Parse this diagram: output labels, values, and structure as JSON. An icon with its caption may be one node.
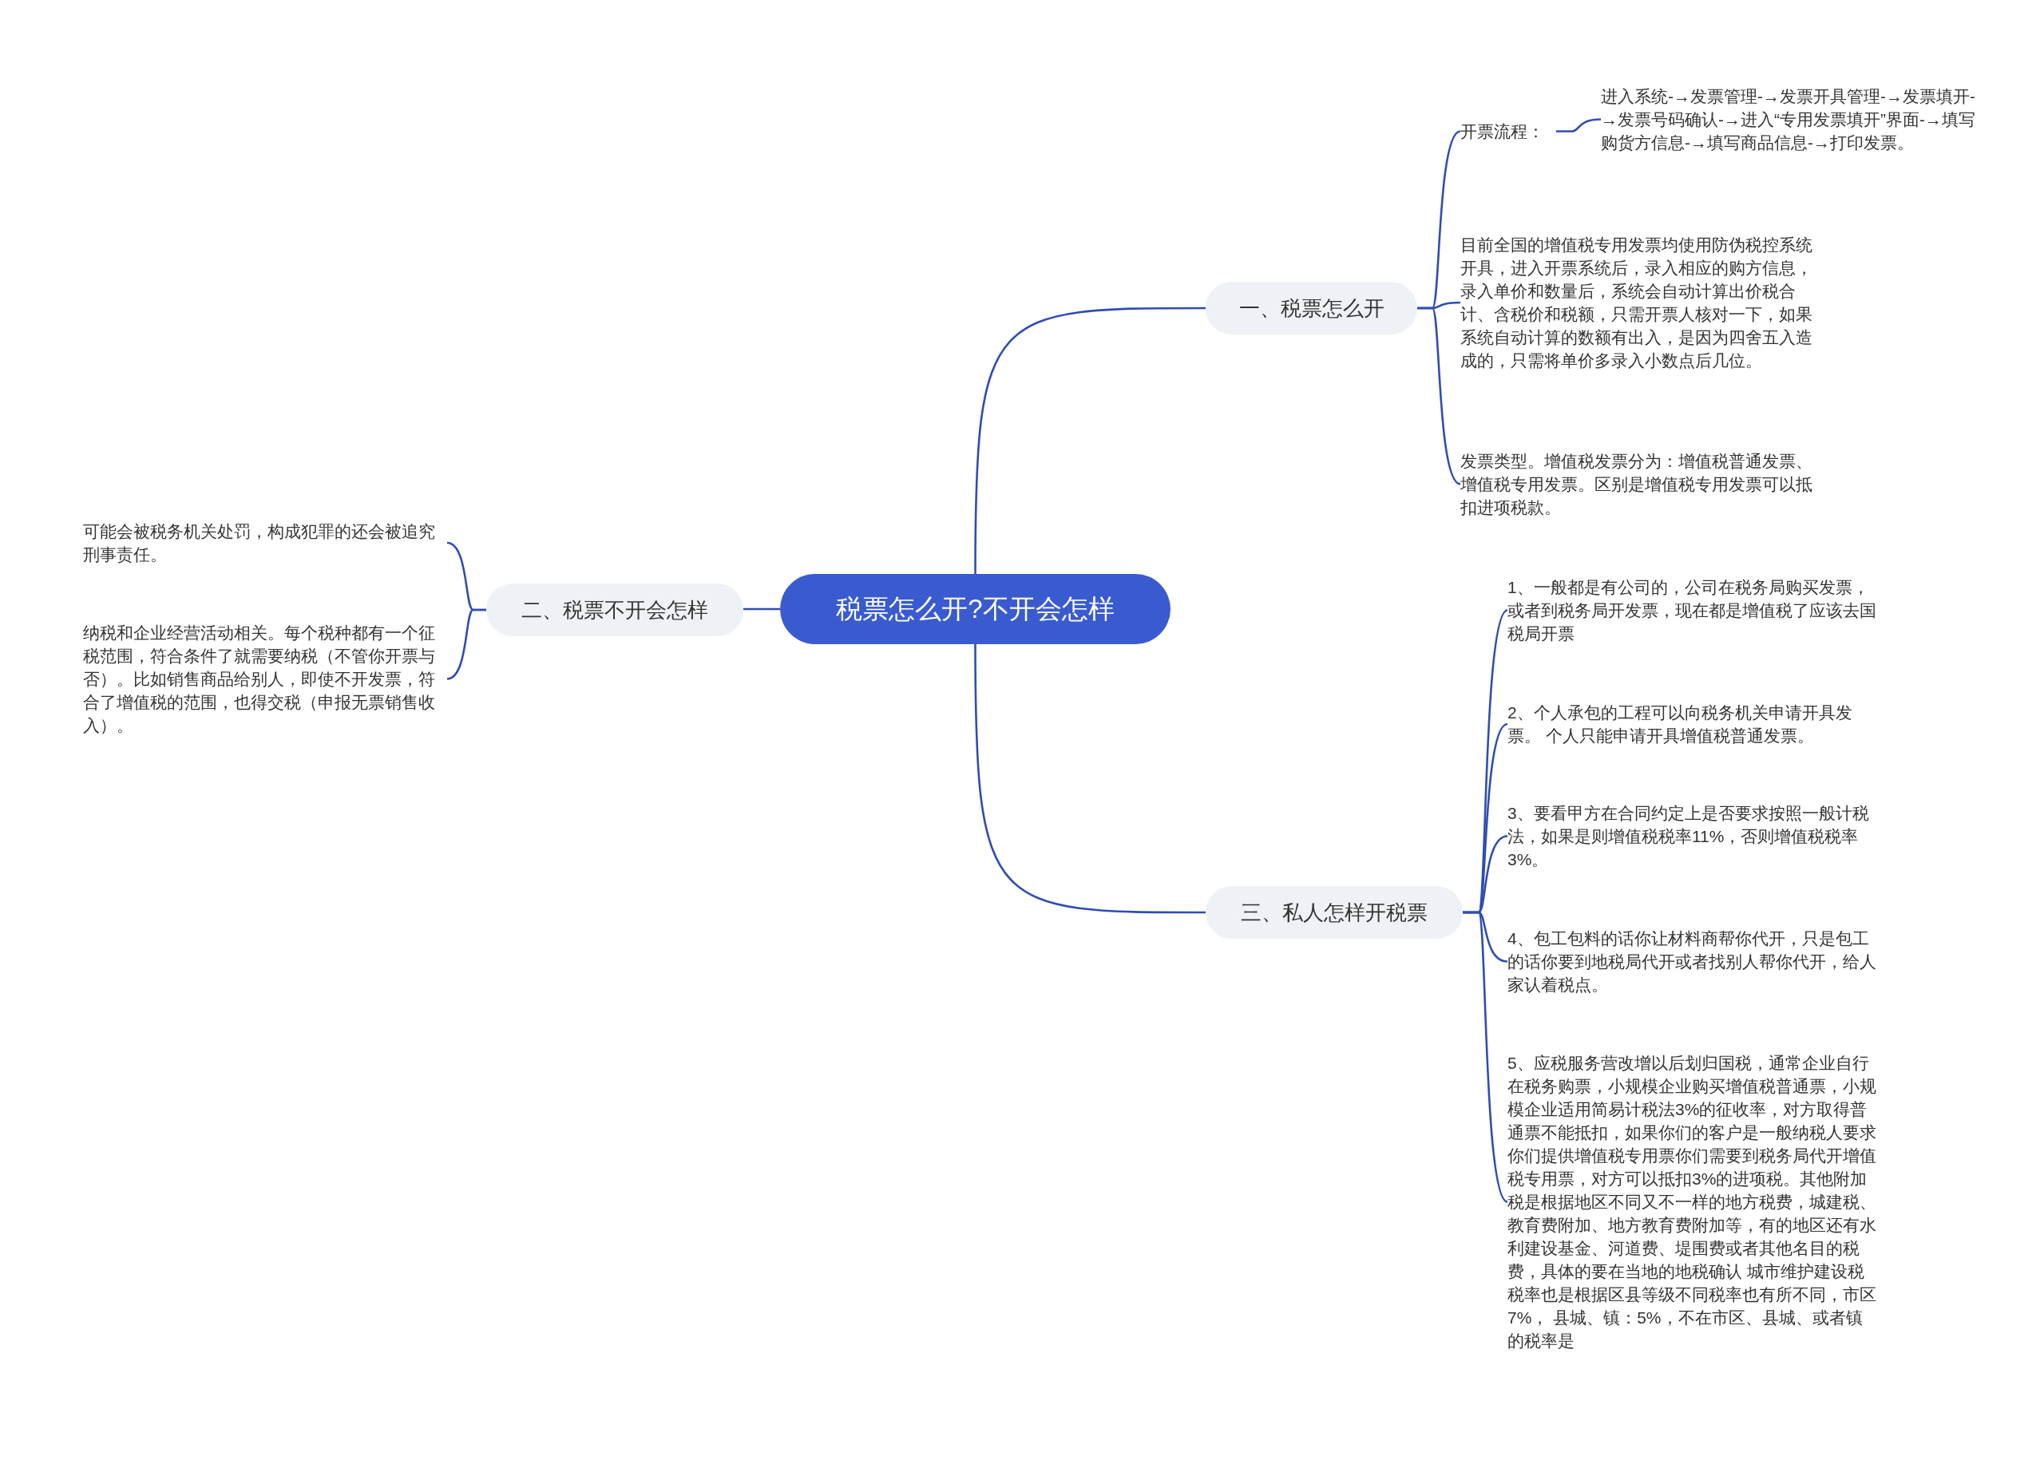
{
  "diagram": {
    "nodes": [
      {
        "text": [
          "税票怎么开?不开会怎样"
        ]
      },
      {
        "text": [
          "一、税票怎么开"
        ]
      },
      {
        "text": [
          "开票流程："
        ]
      },
      {
        "text": [
          "进入系统-→发票管理-→发票开具管理-→发票填开-→发票号码确认-→进入“专用发票填开”界面-→填写购货方信息-→填写商品信息-→打印发票。"
        ]
      },
      {
        "text": [
          "目前全国的增值税专用发票均使用防伪税控系统开具，进入开票系统后，录入相应的购方信息，录入单价和数量后，系统会自动计算出价税合计、含税价和税额，只需开票人核对一下，如果系统自动计算的数额有出入，是因为四舍五入造成的，只需将单价多录入小数点后几位。"
        ]
      },
      {
        "text": [
          "发票类型。增值税发票分为：增值税普通发票、增值税专用发票。区别是增值税专用发票可以抵扣进项税款。"
        ]
      },
      {
        "text": [
          "二、税票不开会怎样"
        ]
      },
      {
        "text": [
          "可能会被税务机关处罚，构成犯罪的还会被追究刑事责任。"
        ]
      },
      {
        "text": [
          "纳税和企业经营活动相关。每个税种都有一个征税范围，符合条件了就需要纳税（不管你开票与否）。比如销售商品给别人，即使不开发票，符合了增值税的范围，也得交税（申报无票销售收入）。"
        ]
      },
      {
        "text": [
          "三、私人怎样开税票"
        ]
      },
      {
        "text": [
          "1、一般都是有公司的，公司在税务局购买发票，或者到税务局开发票，现在都是增值税了应该去国税局开票"
        ]
      },
      {
        "text": [
          "2、个人承包的工程可以向税务机关申请开具发票。 个人只能申请开具增值税普通发票。"
        ]
      },
      {
        "text": [
          "3、要看甲方在合同约定上是否要求按照一般计税法，如果是则增值税税率11%，否则增值税税率3%。"
        ]
      },
      {
        "text": [
          "4、包工包料的话你让材料商帮你代开，只是包工的话你要到地税局代开或者找别人帮你代开，给人家认着税点。"
        ]
      },
      {
        "text": [
          "5、应税服务营改增以后划归国税，通常企业自行在税务购票，小规模企业购买增值税普通票，小规模企业适用简易计税法3%的征收率，对方取得普通票不能抵扣，如果你们的客户是一般纳税人要求你们提供增值税专用票你们需要到税务局代开增值税专用票，对方可以抵扣3%的进项税。其他附加税是根据地区不同又不一样的地方税费，城建税、教育费附加、地方教育费附加等，有的地区还有水利建设基金、河道费、堤围费或者其他名目的税费，具体的要在当地的地税确认 城市维护建设税税率也是根据区县等级不同税率也有所不同，市区 7%， 县城、镇：5%，不在市区、县城、或者镇的税率是"
        ]
      }
    ],
    "edges": [
      {
        "from": 0,
        "to": 1,
        "arrow": "none"
      },
      {
        "from": 0,
        "to": 6,
        "arrow": "none"
      },
      {
        "from": 0,
        "to": 9,
        "arrow": "none"
      },
      {
        "from": 1,
        "to": 2,
        "arrow": "none"
      },
      {
        "from": 2,
        "to": 3,
        "arrow": "none"
      },
      {
        "from": 1,
        "to": 4,
        "arrow": "none"
      },
      {
        "from": 1,
        "to": 5,
        "arrow": "none"
      },
      {
        "from": 6,
        "to": 7,
        "arrow": "none"
      },
      {
        "from": 6,
        "to": 8,
        "arrow": "none"
      },
      {
        "from": 9,
        "to": 10,
        "arrow": "none"
      },
      {
        "from": 9,
        "to": 11,
        "arrow": "none"
      },
      {
        "from": 9,
        "to": 12,
        "arrow": "none"
      },
      {
        "from": 9,
        "to": 13,
        "arrow": "none"
      },
      {
        "from": 9,
        "to": 14,
        "arrow": "none"
      }
    ]
  }
}
